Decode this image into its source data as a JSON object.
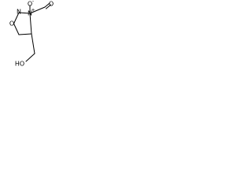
{
  "molecule": {
    "atoms": {
      "ring_o": "O",
      "ring_n_left": "N",
      "ring_n_right": "N",
      "n_oxide_o": "O",
      "n_oxide_charge": "+",
      "oxide_charge": "-",
      "aldehyde_o": "O",
      "hydroxyl": "HO"
    }
  }
}
